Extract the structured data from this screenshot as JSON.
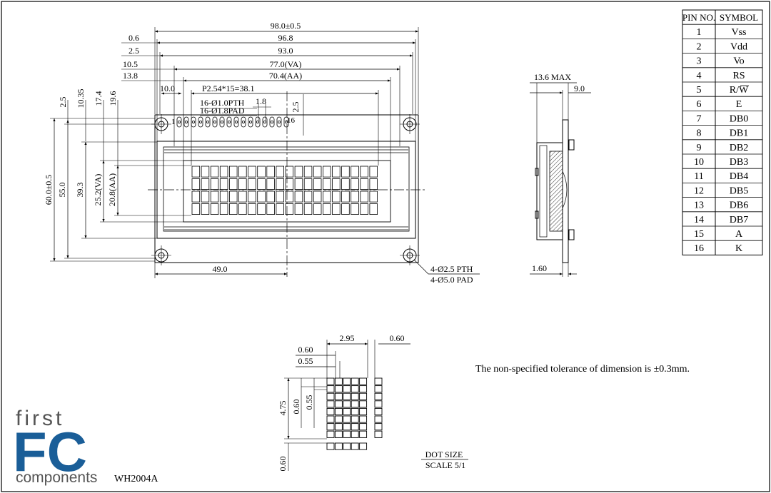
{
  "dimensions": {
    "top": [
      "98.0±0.5",
      "96.8",
      "93.0",
      "77.0(VA)",
      "70.4(AA)"
    ],
    "left_offsets": [
      "0.6",
      "2.5",
      "10.5",
      "13.8"
    ],
    "pitch": "P2.54*15=38.1",
    "pin_offset": "10.0",
    "pth": "16-Ø1.0PTH",
    "pad": "16-Ø1.8PAD",
    "pad_size": "1.8",
    "right_small": "2.5",
    "vertical_top": [
      "2.5",
      "10.35",
      "17.4",
      "19.6"
    ],
    "vertical_left": [
      "60.0±0.5",
      "55.0",
      "39.3",
      "25.2(VA)",
      "20.8(AA)"
    ],
    "bottom": "49.0",
    "mount_pth": "4-Ø2.5 PTH",
    "mount_pad": "4-Ø5.0 PAD",
    "pin_first": "1",
    "pin_last": "16"
  },
  "side_view": {
    "max": "13.6 MAX",
    "depth": "9.0",
    "pcb": "1.60"
  },
  "dot_detail": {
    "h1": "2.95",
    "h2": "0.60",
    "h3": "0.60",
    "h4": "0.55",
    "v1": "4.75",
    "v2": "0.60",
    "v3": "0.55",
    "v4": "0.60",
    "label_line1": "DOT SIZE",
    "label_line2": "SCALE 5/1"
  },
  "note": "The non-specified tolerance of dimension is ±0.3mm.",
  "pin_table": {
    "headers": [
      "PIN NO.",
      "SYMBOL"
    ],
    "rows": [
      [
        "1",
        "Vss"
      ],
      [
        "2",
        "Vdd"
      ],
      [
        "3",
        "Vo"
      ],
      [
        "4",
        "RS"
      ],
      [
        "5",
        "R/W"
      ],
      [
        "6",
        "E"
      ],
      [
        "7",
        "DB0"
      ],
      [
        "8",
        "DB1"
      ],
      [
        "9",
        "DB2"
      ],
      [
        "10",
        "DB3"
      ],
      [
        "11",
        "DB4"
      ],
      [
        "12",
        "DB5"
      ],
      [
        "13",
        "DB6"
      ],
      [
        "14",
        "DB7"
      ],
      [
        "15",
        "A"
      ],
      [
        "16",
        "K"
      ]
    ]
  },
  "logo": {
    "line1": "first",
    "line2": "FC",
    "line3": "components"
  },
  "model": "WH2004A"
}
